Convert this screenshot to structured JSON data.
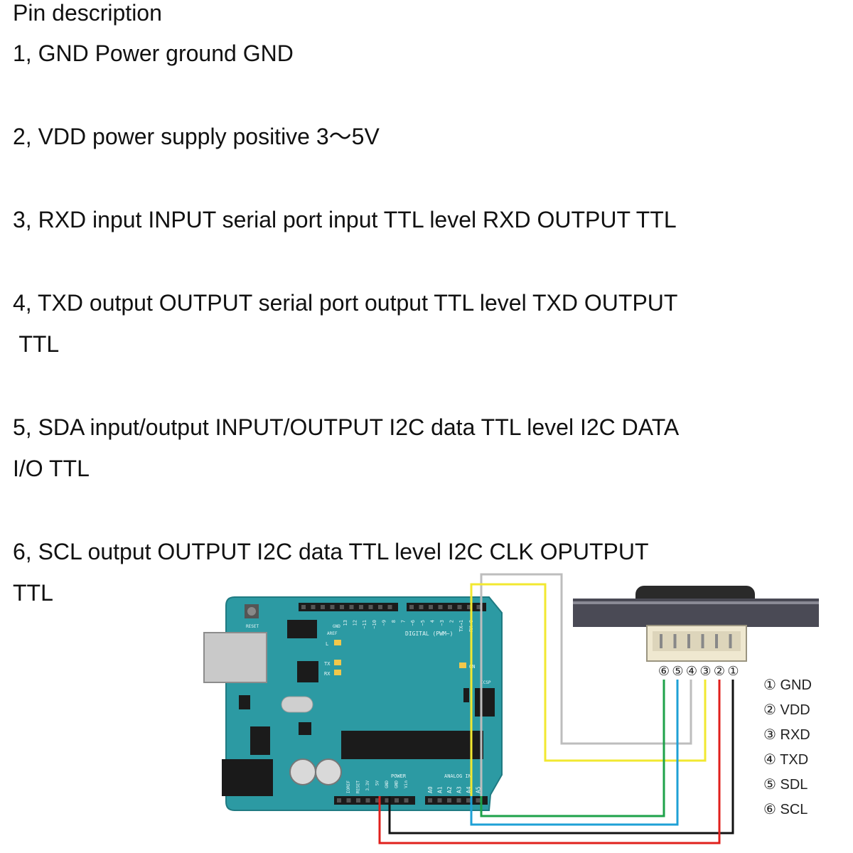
{
  "title": "Pin description",
  "pins": [
    {
      "lines": [
        "1, GND Power ground GND"
      ]
    },
    {
      "lines": [
        "2, VDD power supply positive 3～5V"
      ]
    },
    {
      "lines": [
        "3, RXD input INPUT serial port input TTL level RXD OUTPUT TTL"
      ]
    },
    {
      "lines": [
        "4, TXD output OUTPUT serial port output TTL level TXD OUTPUT",
        " TTL"
      ]
    },
    {
      "lines": [
        "5, SDA input/output INPUT/OUTPUT I2C data TTL level I2C DATA",
        "I/O TTL"
      ]
    },
    {
      "lines": [
        "6, SCL output OUTPUT I2C data TTL level I2C CLK OPUTPUT",
        "TTL"
      ]
    }
  ],
  "connector_pin_numbers": [
    "⑥",
    "⑤",
    "④",
    "③",
    "②",
    "①"
  ],
  "legend": [
    {
      "num": "①",
      "label": "GND"
    },
    {
      "num": "②",
      "label": "VDD"
    },
    {
      "num": "③",
      "label": "RXD"
    },
    {
      "num": "④",
      "label": "TXD"
    },
    {
      "num": "⑤",
      "label": "SDL"
    },
    {
      "num": "⑥",
      "label": "SCL"
    }
  ],
  "board_labels": {
    "digital": "DIGITAL (PWM~)",
    "power": "POWER",
    "analog": "ANALOG IN",
    "on": "ON",
    "tx": "TX",
    "rx": "RX",
    "l": "L",
    "aref": "AREF",
    "gnd": "GND",
    "reset": "RESET",
    "icsp": "ICSP",
    "digital_pins": [
      "13",
      "12",
      "~11",
      "~10",
      "~9",
      "8",
      "7",
      "~6",
      "~5",
      "4",
      "~3",
      "2",
      "TX→1",
      "RX←0"
    ],
    "power_pins": [
      "IOREF",
      "RESET",
      "3.3V",
      "5V",
      "GND",
      "GND",
      "Vin"
    ],
    "analog_pins": [
      "A0",
      "A1",
      "A2",
      "A3",
      "A4",
      "A5"
    ]
  },
  "wire_colors": {
    "gnd": "#111111",
    "vdd": "#e0201c",
    "rxd": "#bdbdbd",
    "txd": "#f2e830",
    "sda": "#1ea0d6",
    "scl": "#1ea24a"
  },
  "board_color": "#2c9aa3"
}
